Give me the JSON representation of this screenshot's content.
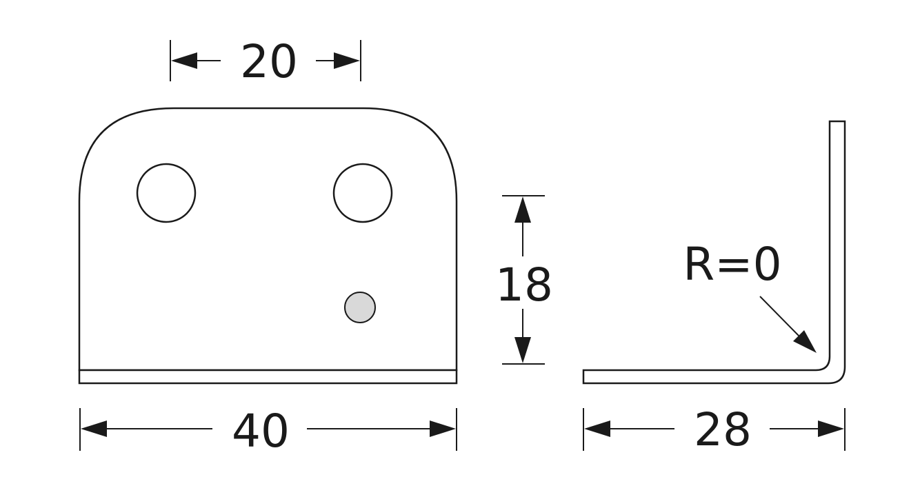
{
  "dimensions": {
    "top_width": "20",
    "overall_width": "40",
    "hole_spacing_vertical": "18",
    "side_depth": "28",
    "bend_radius": "R=0"
  },
  "colors": {
    "line": "#1a1a1a",
    "background": "#ffffff",
    "marker_fill": "#d9d9d9"
  }
}
